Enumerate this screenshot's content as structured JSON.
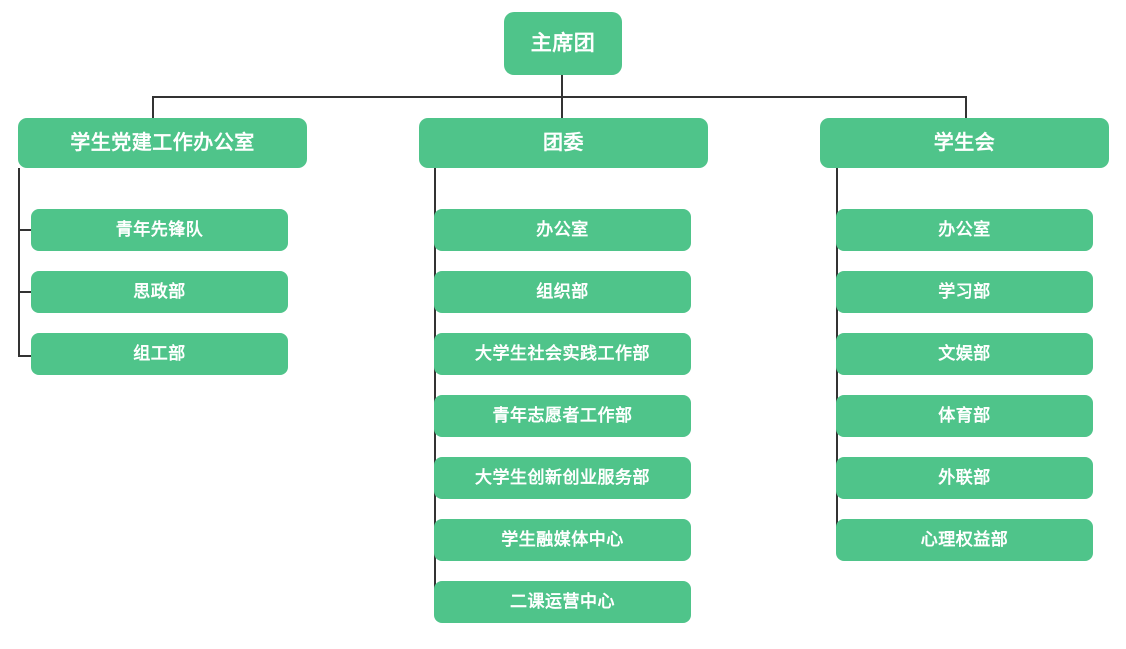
{
  "chart_data": {
    "type": "diagram",
    "title": "",
    "orientation": "top-down-then-left-right",
    "node_color": "#4FC48A",
    "text_color": "#FFFFFF",
    "line_color": "#333333",
    "background": "#FFFFFF"
  },
  "root": {
    "label": "主席团"
  },
  "branches": [
    {
      "label": "学生党建工作办公室",
      "children": [
        {
          "label": "青年先锋队"
        },
        {
          "label": "思政部"
        },
        {
          "label": "组工部"
        }
      ]
    },
    {
      "label": "团委",
      "children": [
        {
          "label": "办公室"
        },
        {
          "label": "组织部"
        },
        {
          "label": "大学生社会实践工作部"
        },
        {
          "label": "青年志愿者工作部"
        },
        {
          "label": "大学生创新创业服务部"
        },
        {
          "label": "学生融媒体中心"
        },
        {
          "label": "二课运营中心"
        }
      ]
    },
    {
      "label": "学生会",
      "children": [
        {
          "label": "办公室"
        },
        {
          "label": "学习部"
        },
        {
          "label": "文娱部"
        },
        {
          "label": "体育部"
        },
        {
          "label": "外联部"
        },
        {
          "label": "心理权益部"
        }
      ]
    }
  ]
}
